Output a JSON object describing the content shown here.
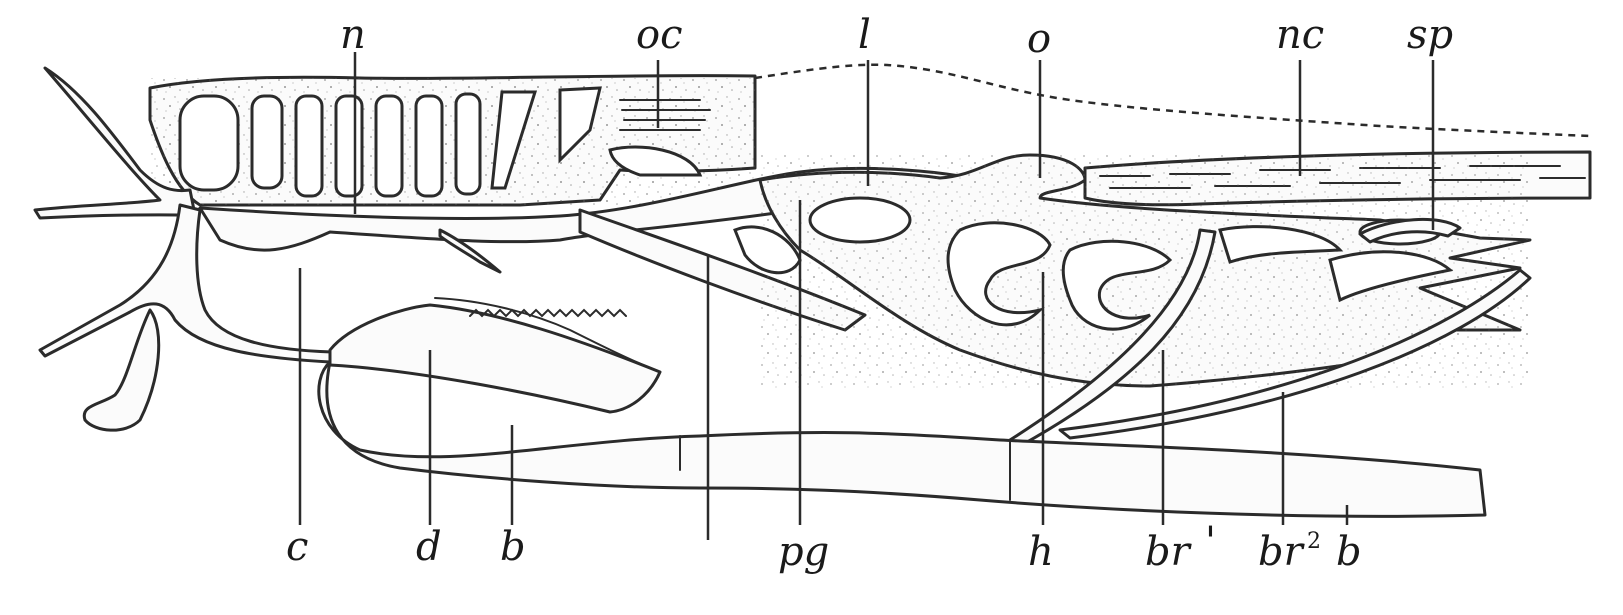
{
  "labels": {
    "n": "n",
    "oc": "oc",
    "l": "l",
    "o": "o",
    "nc": "nc",
    "sp": "sp",
    "c": "c",
    "d": "d",
    "b_left": "b",
    "pg": "pg",
    "h": "h",
    "br1": "br",
    "br1_mark": "'",
    "br2": "br",
    "br2_mark": "2",
    "b_right": "b"
  },
  "colors": {
    "ink": "#2b2b2b",
    "paper": "#ffffff"
  }
}
